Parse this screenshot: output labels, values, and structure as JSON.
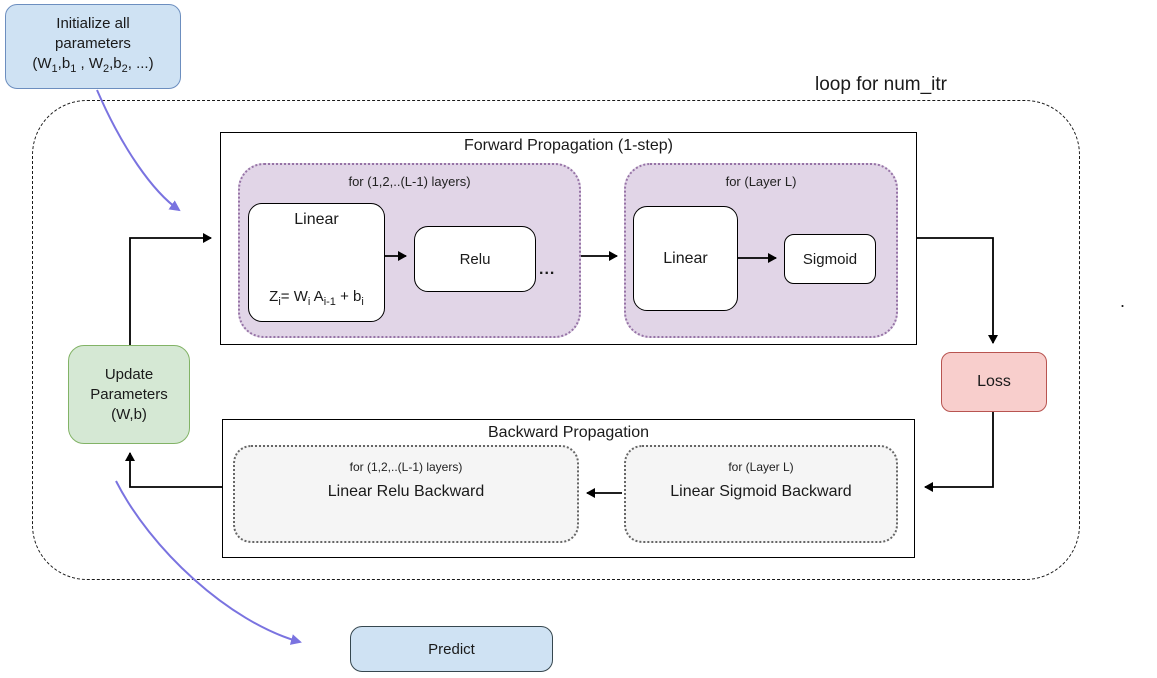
{
  "diagram": {
    "loop_label": "loop for num_itr",
    "stray_dot": ".",
    "init_box": {
      "line1": "Initialize all",
      "line2": "parameters",
      "line3": "(W_{1},b_{1} , W_{2},b_{2}, ...)"
    },
    "forward": {
      "title": "Forward Propagation (1-step)",
      "hidden_layers": {
        "label": "for (1,2,..(L-1) layers)",
        "linear_title": "Linear",
        "linear_formula": "Z_{i}= W_{i} A_{i-1} + b_{i}",
        "relu": "Relu",
        "ellipsis": "..."
      },
      "output_layer": {
        "label": "for (Layer L)",
        "linear": "Linear",
        "sigmoid": "Sigmoid"
      }
    },
    "loss": "Loss",
    "backward": {
      "title": "Backward Propagation",
      "hidden_layers": {
        "label": "for (1,2,..(L-1) layers)",
        "name": "Linear Relu Backward"
      },
      "output_layer": {
        "label": "for (Layer L)",
        "name": "Linear Sigmoid Backward"
      }
    },
    "update_box": {
      "line1": "Update",
      "line2": "Parameters",
      "line3": "(W,b)"
    },
    "predict": "Predict",
    "colors": {
      "node_blue_fill": "#cfe2f3",
      "node_blue_border": "#6c8ebf",
      "group_purple_fill": "#e1d5e7",
      "group_purple_border": "#9673a6",
      "group_gray_fill": "#f5f5f5",
      "group_gray_border": "#666666",
      "loss_fill": "#f8cecc",
      "loss_border": "#b85450",
      "update_fill": "#d5e8d4",
      "update_border": "#82b366",
      "arrow_black": "#000000",
      "arrow_blue": "#7a73e0"
    }
  }
}
